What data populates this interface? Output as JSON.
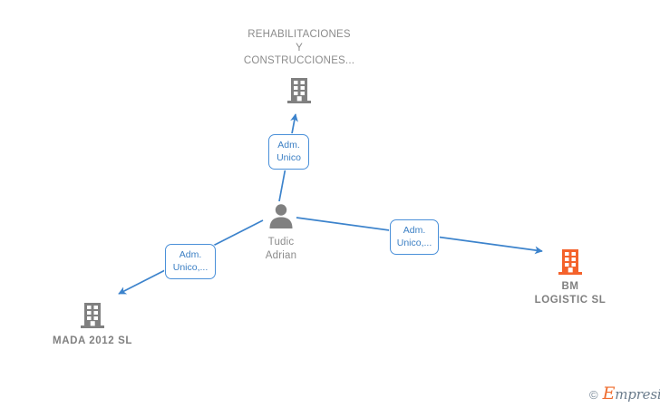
{
  "graph": {
    "title": "corporate-relationship-graph",
    "colors": {
      "edge": "#4a90d9",
      "label_border": "#4a90d9",
      "label_text": "#3b7fc4",
      "node_text": "#8c8c8c",
      "icon_gray": "#808080",
      "icon_orange": "#f4622b",
      "background": "#ffffff"
    },
    "nodes": [
      {
        "id": "rehabilitaciones",
        "label": "REHABILITACIONES\nY\nCONSTRUCCIONES...",
        "icon": "building-icon",
        "icon_color": "#808080",
        "bold": false
      },
      {
        "id": "person",
        "label": "Tudic\nAdrian",
        "icon": "person-icon",
        "icon_color": "#808080",
        "bold": false
      },
      {
        "id": "bm_logistic",
        "label": "BM\nLOGISTIC  SL",
        "icon": "building-icon",
        "icon_color": "#f4622b",
        "bold": true
      },
      {
        "id": "mada",
        "label": "MADA 2012 SL",
        "icon": "building-icon",
        "icon_color": "#808080",
        "bold": false
      }
    ],
    "edges": [
      {
        "id": "person-to-rehabilitaciones",
        "from": "person",
        "to": "rehabilitaciones",
        "label": "Adm.\nUnico"
      },
      {
        "id": "person-to-mada",
        "from": "person",
        "to": "mada",
        "label": "Adm.\nUnico,..."
      },
      {
        "id": "person-to-bm",
        "from": "person",
        "to": "bm_logistic",
        "label": "Adm.\nUnico,..."
      }
    ]
  },
  "watermark": {
    "copyright": "©",
    "brand_cap": "E",
    "brand_rest": "mpresia"
  }
}
